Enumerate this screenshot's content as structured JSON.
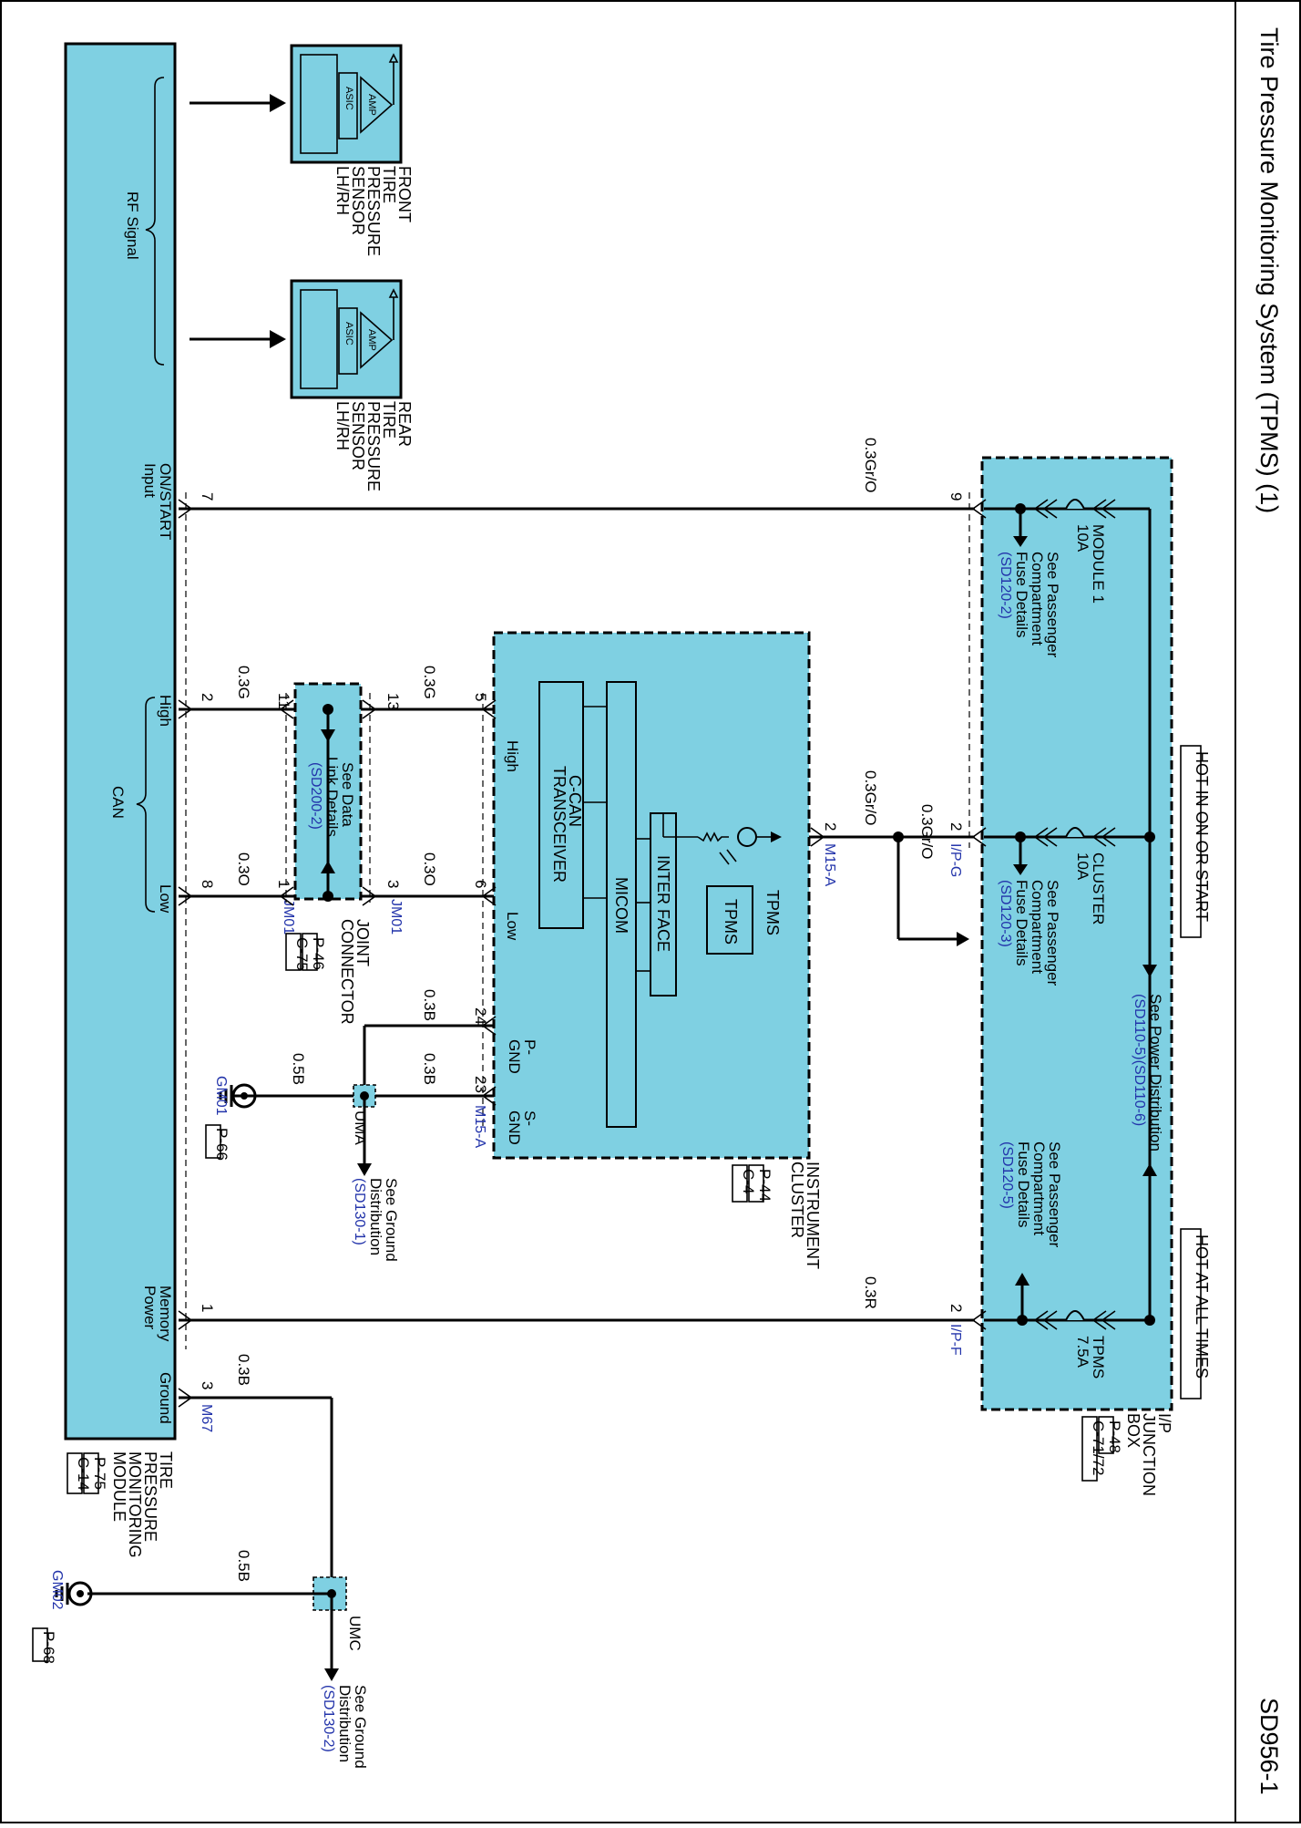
{
  "title": "Tire Pressure Monitoring System (TPMS) (1)",
  "page_code": "SD956-1",
  "tpms_module": {
    "name": [
      "TIRE",
      "PRESSURE",
      "MONITORING",
      "MODULE"
    ],
    "ref_p": "P-75",
    "ref_c": "C-14",
    "rf_signal": "RF Signal",
    "can": "CAN",
    "high": "High",
    "low": "Low",
    "on_start": [
      "ON/START",
      "Input"
    ],
    "memory": [
      "Memory",
      "Power"
    ],
    "ground": "Ground",
    "ground_conn": "M67"
  },
  "front_sensor": {
    "label": [
      "FRONT",
      "TIRE",
      "PRESSURE",
      "SENSOR",
      "LH/RH"
    ],
    "asic": "ASIC",
    "amp": "AMP"
  },
  "rear_sensor": {
    "label": [
      "REAR",
      "TIRE",
      "PRESSURE",
      "SENSOR",
      "LH/RH"
    ],
    "asic": "ASIC",
    "amp": "AMP"
  },
  "junction_box": {
    "label": [
      "I/P",
      "JUNCTION",
      "BOX"
    ],
    "ref_p": "P-48",
    "ref_c": "C-71/72",
    "hot_on_start": "HOT IN ON OR START",
    "hot_always": "HOT AT ALL TIMES",
    "fuse_module1": [
      "MODULE 1",
      "10A"
    ],
    "fuse_cluster": [
      "CLUSTER",
      "10A"
    ],
    "fuse_tpms": [
      "TPMS",
      "7.5A"
    ],
    "see_passenger": [
      "See Passenger",
      "Compartment",
      "Fuse Details"
    ],
    "ref_module1": "(SD120-2)",
    "ref_cluster": "(SD120-3)",
    "ref_tpms": "(SD120-5)",
    "see_power": "See Power Distribution",
    "ref_power": "(SD110-5)(SD110-6)",
    "conn_ipg": "I/P-G",
    "conn_ipf": "I/P-F"
  },
  "cluster": {
    "label": [
      "INSTRUMENT",
      "CLUSTER"
    ],
    "ref_p": "P-44",
    "ref_c": "C-4",
    "transceiver": [
      "C-CAN",
      "TRANSCEIVER"
    ],
    "micom": "MICOM",
    "interface": "INTER FACE",
    "tpms_lamp": "TPMS",
    "tpms_box": "TPMS",
    "high": "High",
    "low": "Low",
    "pgnd": [
      "P-",
      "GND"
    ],
    "sgnd": [
      "S-",
      "GND"
    ],
    "conn": "M15-A"
  },
  "joint_connector": {
    "label": [
      "JOINT",
      "CONNECTOR"
    ],
    "ref_p": "P-46",
    "ref_c": "C-75",
    "see_data": [
      "See Data",
      "Link Details"
    ],
    "ref": "(SD200-2)",
    "conn": "JM01"
  },
  "grounds": {
    "uma": "UMA",
    "umc": "UMC",
    "see_ground": [
      "See Ground",
      "Distribution"
    ],
    "ref_uma": "(SD130-1)",
    "ref_umc": "(SD130-2)",
    "gm01": "GM01",
    "gm01_ref": "P-66",
    "gm02": "GM02",
    "gm02_ref": "P-68"
  },
  "wires": {
    "on_start": "0.3Gr/O",
    "cluster_a": "0.3Gr/O",
    "cluster_b": "0.3Gr/O",
    "memory": "0.3R",
    "can_high_a": "0.3G",
    "can_high_b": "0.3G",
    "can_low_a": "0.3O",
    "can_low_b": "0.3O",
    "pgnd": "0.3B",
    "sgnd": "0.3B",
    "gm01": "0.5B",
    "module_ground": "0.3B",
    "gm02": "0.5B"
  },
  "pins": {
    "jb_on_start": "9",
    "jb_cluster": "2",
    "jb_memory": "2",
    "m_on_start": "7",
    "m_high": "2",
    "m_low": "8",
    "m_memory": "1",
    "m_ground": "3",
    "c_power": "2",
    "c_high": "5",
    "c_low": "6",
    "c_pgnd": "24",
    "c_sgnd": "23",
    "j_11": "11",
    "j_1": "1",
    "j_13": "13",
    "j_3": "3"
  },
  "colors": {
    "fill": "#7fd0e2",
    "ref": "#2233aa"
  }
}
